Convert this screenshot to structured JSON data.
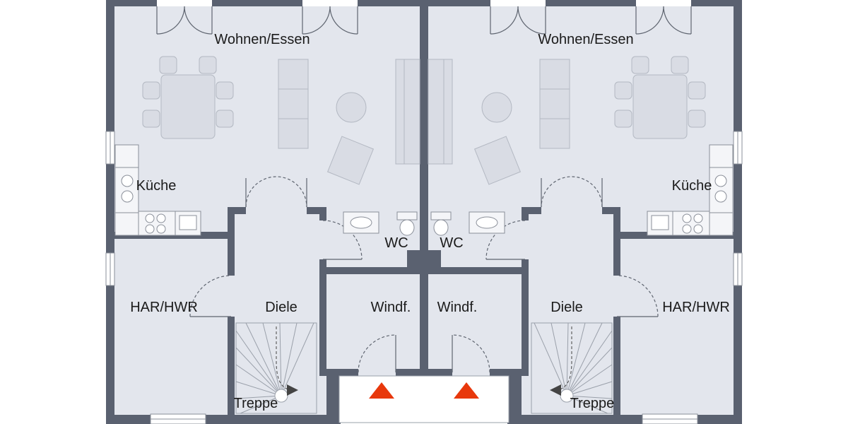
{
  "colors": {
    "accent": "#e8380c",
    "wall": "#5a6170",
    "room_fill": "#e3e6ed"
  },
  "icons": {
    "entrance_arrow": "entrance-arrow-icon",
    "stair_direction_arrow": "stair-direction-arrow-icon"
  },
  "units": {
    "left": {
      "living": "Wohnen/Essen",
      "kitchen": "Küche",
      "utility": "HAR/HWR",
      "hall": "Diele",
      "wc": "WC",
      "vestibule": "Windf.",
      "stairs": "Treppe"
    },
    "right": {
      "living": "Wohnen/Essen",
      "kitchen": "Küche",
      "utility": "HAR/HWR",
      "hall": "Diele",
      "wc": "WC",
      "vestibule": "Windf.",
      "stairs": "Treppe"
    }
  }
}
